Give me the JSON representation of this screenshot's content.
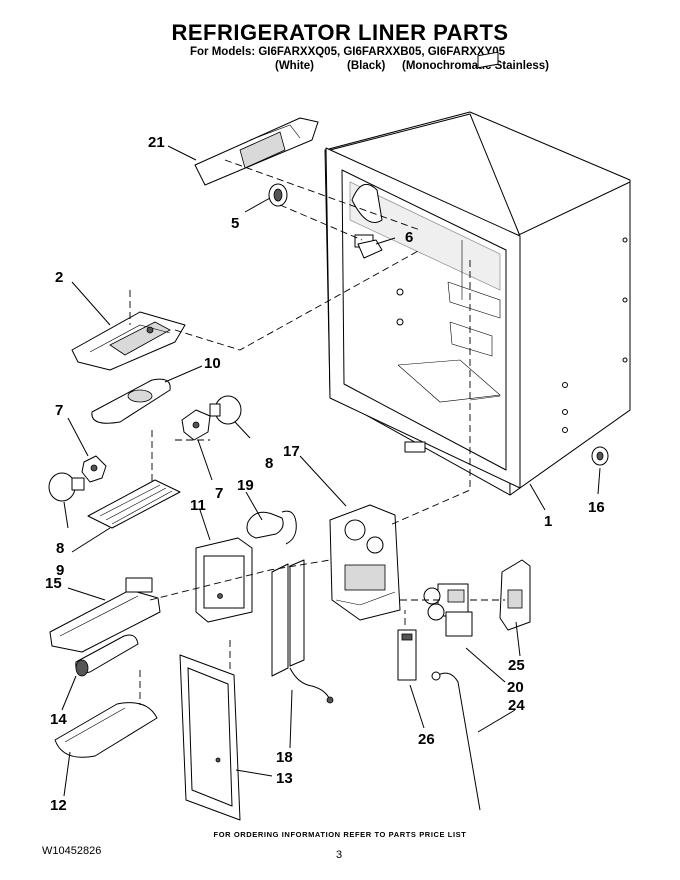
{
  "header": {
    "title": "REFRIGERATOR LINER PARTS",
    "models_line": "For Models: GI6FARXXQ05, GI6FARXXB05, GI6FARXXY05",
    "variants": [
      "(White)",
      "(Black)",
      "(Monochromatic Stainless)"
    ]
  },
  "callouts": [
    "21",
    "5",
    "6",
    "2",
    "10",
    "7",
    "8",
    "7",
    "8",
    "9",
    "17",
    "19",
    "11",
    "15",
    "1",
    "16",
    "25",
    "20",
    "24",
    "14",
    "26",
    "18",
    "13",
    "12"
  ],
  "footer": {
    "note": "FOR ORDERING INFORMATION REFER TO PARTS PRICE LIST",
    "doc_number": "W10452826",
    "page_number": "3"
  }
}
